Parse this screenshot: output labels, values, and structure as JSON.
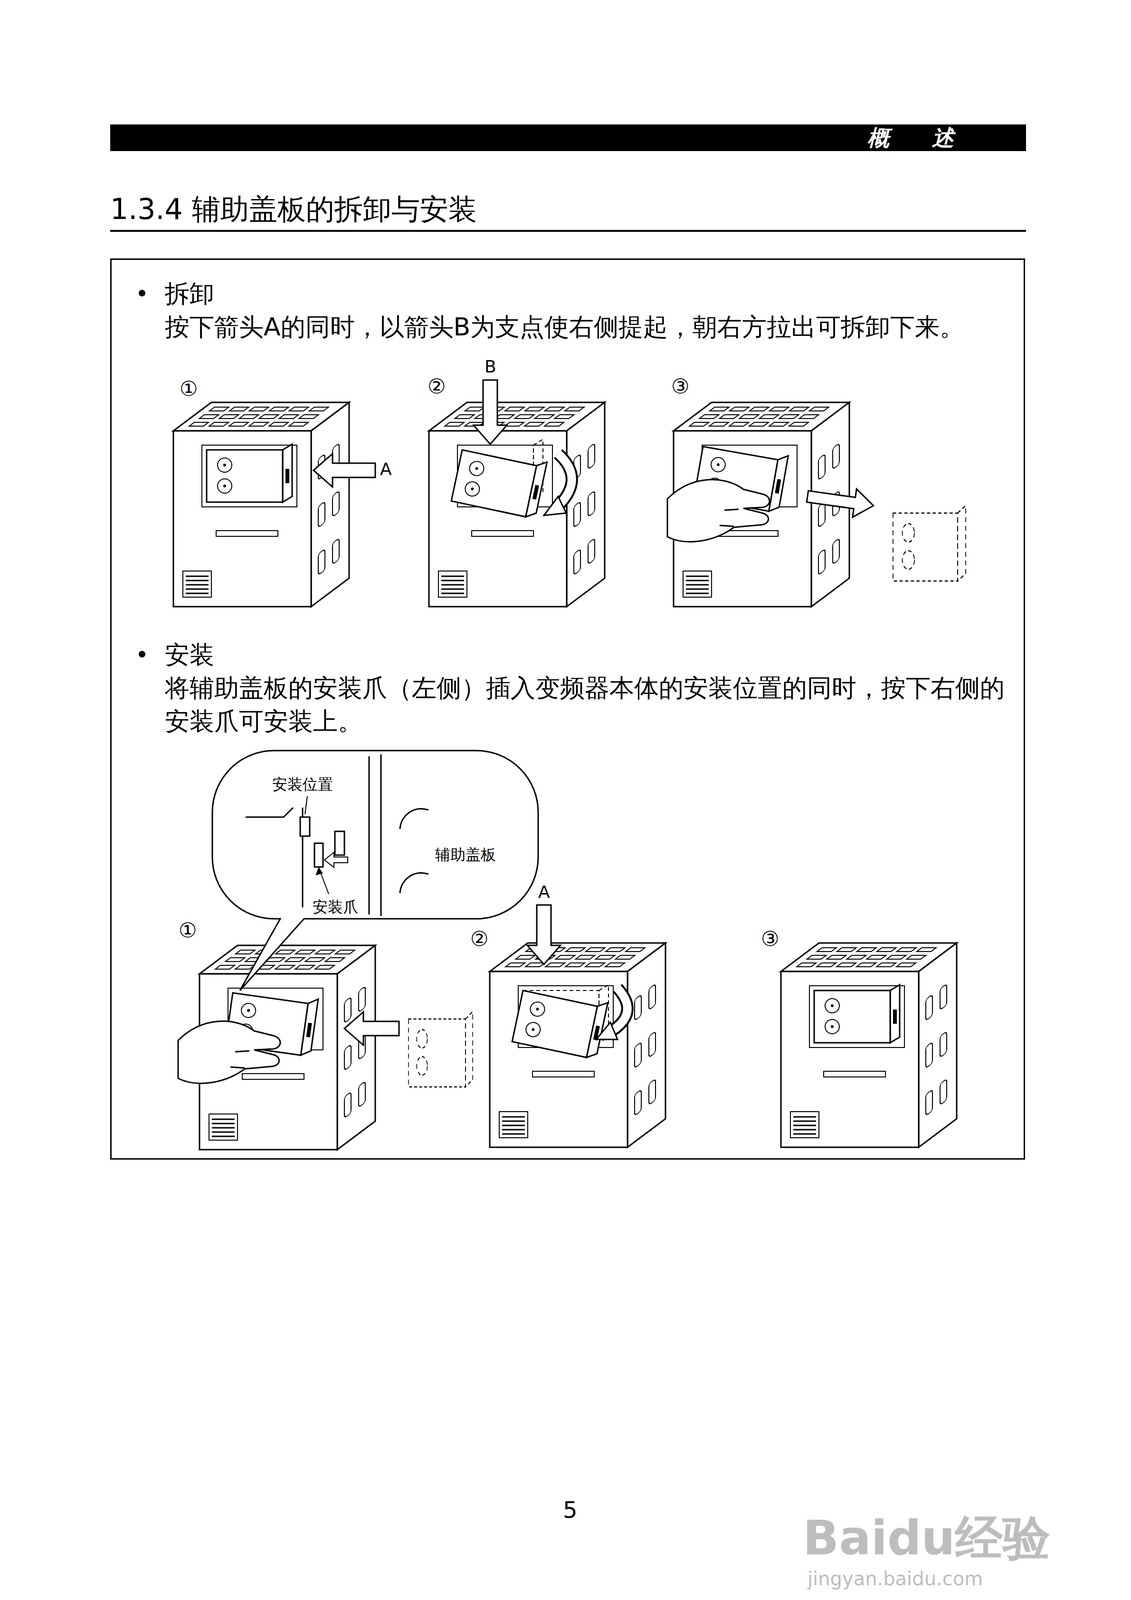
{
  "diagram": {
    "title": "1.3.4 辅助盖板的拆卸与安装",
    "nodes": [
      {
        "text": [
          "拆卸",
          "按下箭头A的同时，以箭头B为支点使右侧提起，朝右方拉出可拆卸下来。",
          "安装",
          "将辅助盖板的安装爪（左侧）插入变频器本体的安装位置的同时，按下右侧的 安装爪可安装上。"
        ]
      },
      {
        "text": [
          "安装位置",
          "辅助盖板",
          "安装爪"
        ],
        "in": 0
      }
    ],
    "labels": [
      "概　述",
      "①",
      "②",
      "③",
      "B",
      "A",
      "①",
      "②",
      "③",
      "A",
      "5",
      "Baidu经验",
      "jingyan.baidu.com"
    ]
  }
}
